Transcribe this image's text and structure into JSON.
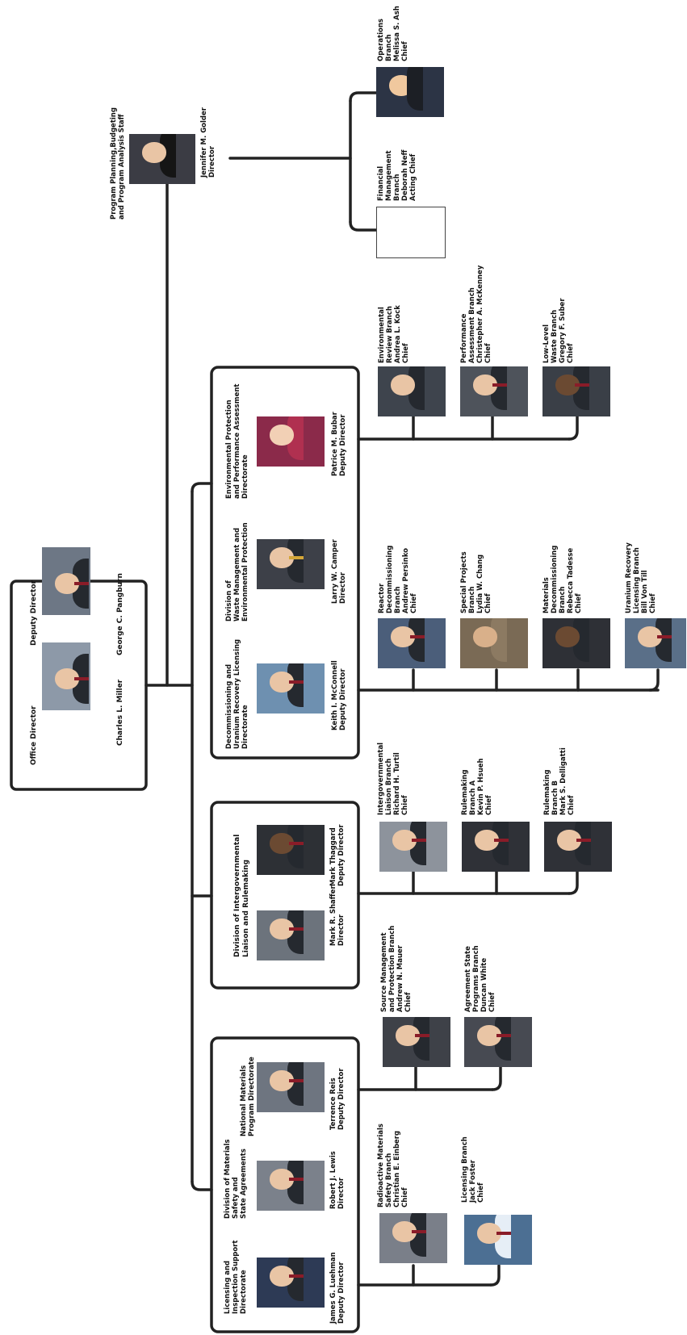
{
  "office": {
    "director": {
      "title": "Office Director",
      "name": "Charles L. Miller"
    },
    "deputy": {
      "title": "Deputy Director",
      "name": "George C. Pangburn"
    }
  },
  "pbpa": {
    "unit": "Program Planning,Budgeting\nand Program Analysis Staff",
    "name": "Jennifer M. Golder\nDirector",
    "branches": [
      {
        "title": "Operations\nBranch\nMelissa S. Ash\nChief"
      },
      {
        "title": "Financial\nManagement\nBranch\nDeborah Neff\nActing Chief"
      }
    ]
  },
  "dmssa": {
    "sub_units": [
      {
        "title": "Licensing and\nInspection Support\nDirectorate",
        "name": "James G. Luehman\nDeputy Director"
      },
      {
        "title": "Division of Materials\nSafety and\nState Agreements",
        "name": "Robert J. Lewis\nDirector"
      },
      {
        "title": "National Materials\nProgram Directorate",
        "name": "Terrence Reis\nDeputy Director"
      }
    ],
    "branches": [
      {
        "title": "Radioactive Materials\nSafety Branch\nChristian E. Einberg\nChief"
      },
      {
        "title": "Licensing Branch\nJack Foster\nChief"
      },
      {
        "title": "Source Management\nand Protection Branch\nAndrew N. Mauer\nChief"
      },
      {
        "title": "Agreement State\nPrograms Branch\nDuncan White\nChief"
      }
    ]
  },
  "dilr": {
    "title": "Division of Intergovernmental\nLiaison and Rulemaking",
    "director": "Mark R. Shaffer\nDirector",
    "deputy": "Mark Thaggard\nDeputy Director",
    "branches": [
      {
        "title": "Intergovernmental\nLiaison Branch\nRichard H. Turtil\nChief"
      },
      {
        "title": "Rulemaking\nBranch A\nKevin P. Hsueh\nChief"
      },
      {
        "title": "Rulemaking\nBranch B\nMark S. Delligatti\nChief"
      }
    ]
  },
  "dwmep": {
    "sub_units": [
      {
        "title": "Decommissioning and\nUranium Recovery Licensing\nDirectorate",
        "name": "Keith I. McConnell\nDeputy Director"
      },
      {
        "title": "Division of\nWaste Management and\nEnvironmental Protection",
        "name": "Larry W. Camper\nDirector"
      },
      {
        "title": "Environmental Protection\nand Performance Assessment\nDirectorate",
        "name": "Patrice M. Bubar\nDeputy Director"
      }
    ],
    "decom_branches": [
      {
        "title": "Reactor\nDecommissioning\nBranch\nAndrew Persinko\nChief"
      },
      {
        "title": "Special Projects\nBranch\nLydia W. Chang\nChief"
      },
      {
        "title": "Materials\nDecommissioning\nBranch\nRebecca Tadesse\nChief"
      },
      {
        "title": "Uranium Recovery\nLicensing Branch\nBill Von Till\nChief"
      }
    ],
    "env_branches": [
      {
        "title": "Environmental\nReview Branch\nAndrea L. Kock\nChief"
      },
      {
        "title": "Performance\nAssessment Branch\nChristepher A. McKenney\nChief"
      },
      {
        "title": "Low-Level\nWaste Branch\nGregory F. Suber\nChief"
      }
    ]
  },
  "colors": {
    "line": "#222222",
    "photo_bg": "#6a6f78"
  }
}
